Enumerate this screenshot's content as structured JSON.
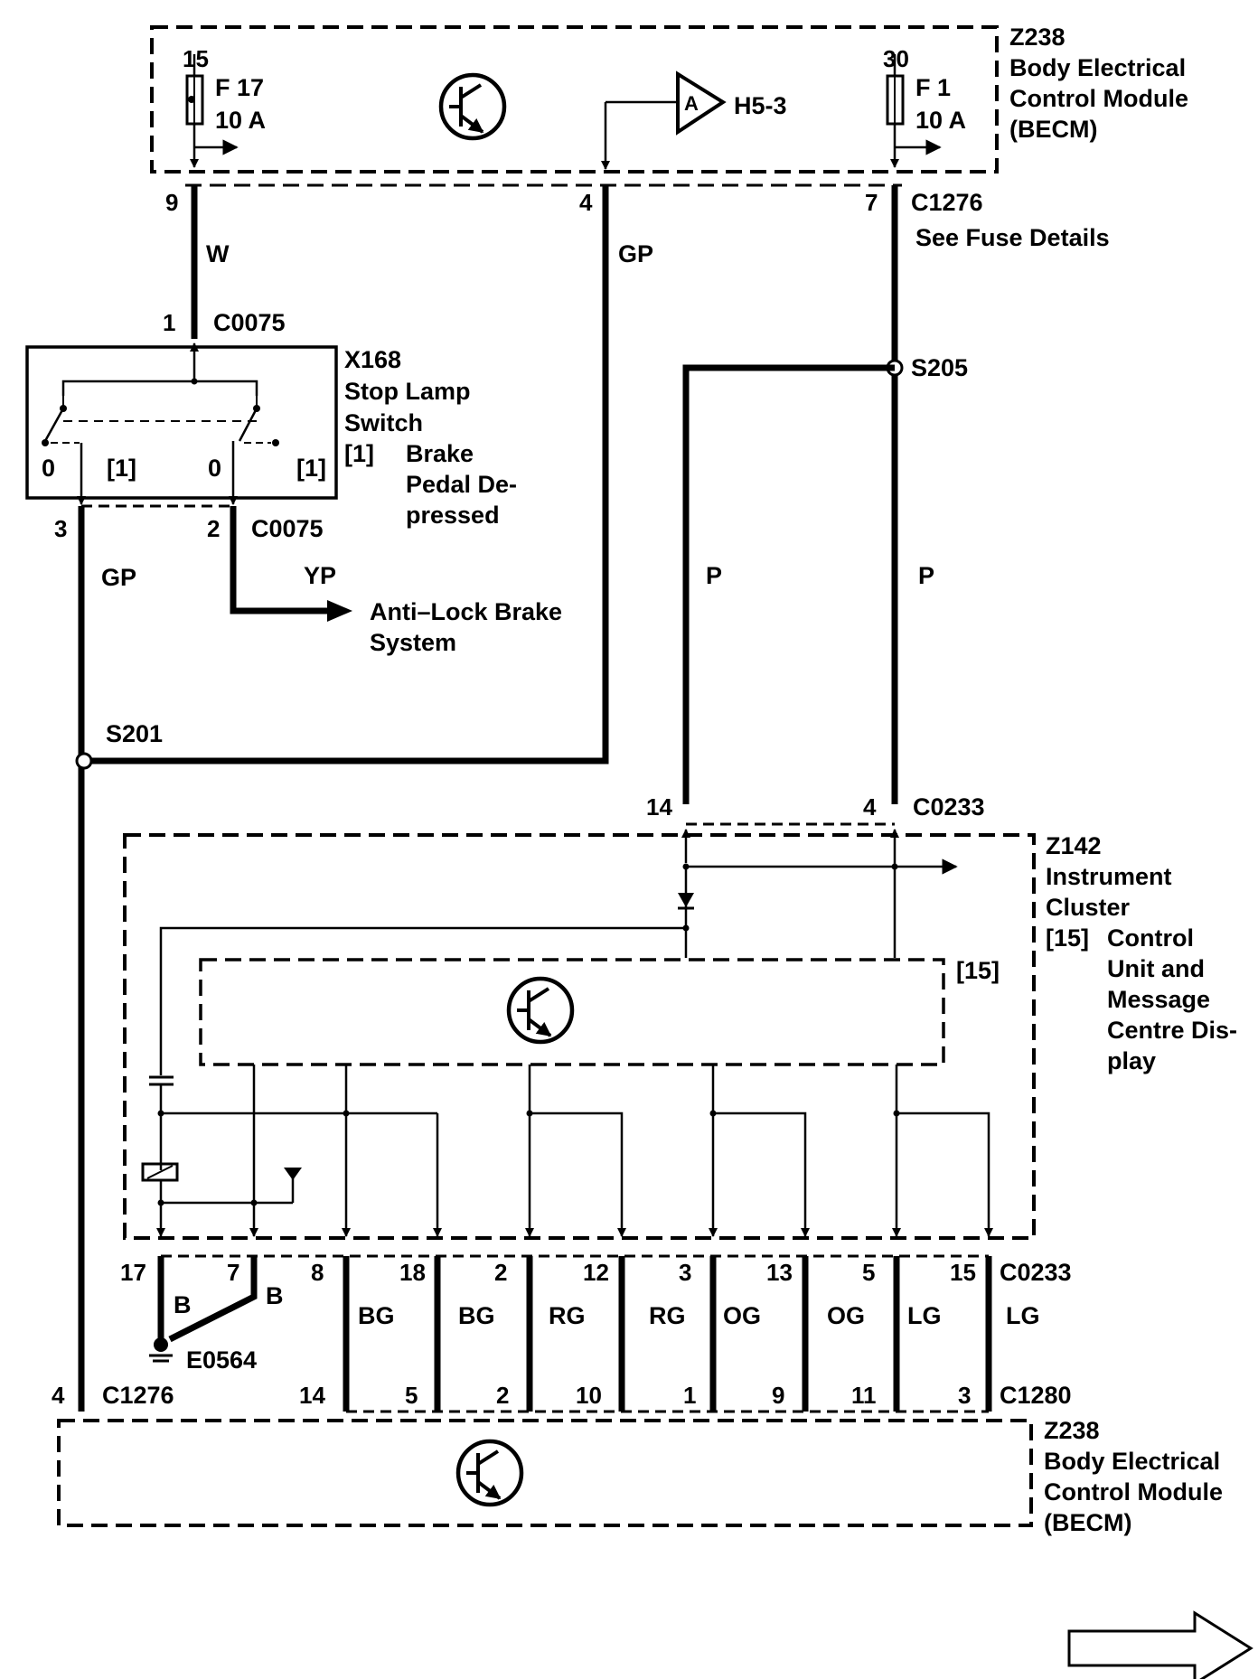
{
  "becm_top": {
    "id": "Z238",
    "name_lines": [
      "Body Electrical",
      "Control Module",
      "(BECM)"
    ],
    "fuse_left": {
      "pin": "15",
      "name": "F 17",
      "rating": "10 A"
    },
    "fuse_right": {
      "pin": "30",
      "name": "F 1",
      "rating": "10 A"
    },
    "ref_letter": "A",
    "ref_text": "H5-3"
  },
  "wires": {
    "w": "W",
    "gp": "GP",
    "gp2": "GP",
    "yp": "YP",
    "p1": "P",
    "p2": "P",
    "lower": [
      "BG",
      "BG",
      "RG",
      "RG",
      "OG",
      "OG",
      "LG",
      "LG"
    ],
    "b1": "B",
    "b2": "B"
  },
  "connectors": {
    "c1276_top": {
      "name": "C1276",
      "note": "See Fuse Details",
      "pins": [
        "9",
        "4",
        "7"
      ]
    },
    "c0075_top": {
      "name": "C0075",
      "pin": "1"
    },
    "c0075_bot": {
      "name": "C0075",
      "pins": [
        "3",
        "2"
      ]
    },
    "c0233_top": {
      "name": "C0233",
      "pins": [
        "14",
        "4"
      ]
    },
    "c0233_bot": {
      "name": "C0233",
      "pins": [
        "17",
        "7",
        "8",
        "18",
        "2",
        "12",
        "3",
        "13",
        "5",
        "15"
      ]
    },
    "c1280": {
      "name": "C1280",
      "pins": [
        "14",
        "5",
        "2",
        "10",
        "1",
        "9",
        "11",
        "3"
      ]
    },
    "c1276_bot": {
      "name": "C1276",
      "pin": "4"
    }
  },
  "stop_switch": {
    "id": "X168",
    "name_lines": [
      "Stop Lamp",
      "Switch"
    ],
    "note_tag": "[1]",
    "note_lines": [
      "Brake",
      "Pedal De-",
      "pressed"
    ],
    "pos0_left": "0",
    "pos1_left": "[1]",
    "pos0_right": "0",
    "pos1_right": "[1]"
  },
  "splices": {
    "s201": "S201",
    "s205": "S205"
  },
  "abs": {
    "lines": [
      "Anti–Lock Brake",
      "System"
    ]
  },
  "cluster": {
    "id": "Z142",
    "name_lines": [
      "Instrument",
      "Cluster"
    ],
    "note_tag": "[15]",
    "note_lines": [
      "Control",
      "Unit and",
      "Message",
      "Centre Dis-",
      "play"
    ],
    "inner_tag": "[15]"
  },
  "ground": {
    "name": "E0564"
  },
  "becm_bottom": {
    "id": "Z238",
    "name_lines": [
      "Body Electrical",
      "Control Module",
      "(BECM)"
    ]
  }
}
